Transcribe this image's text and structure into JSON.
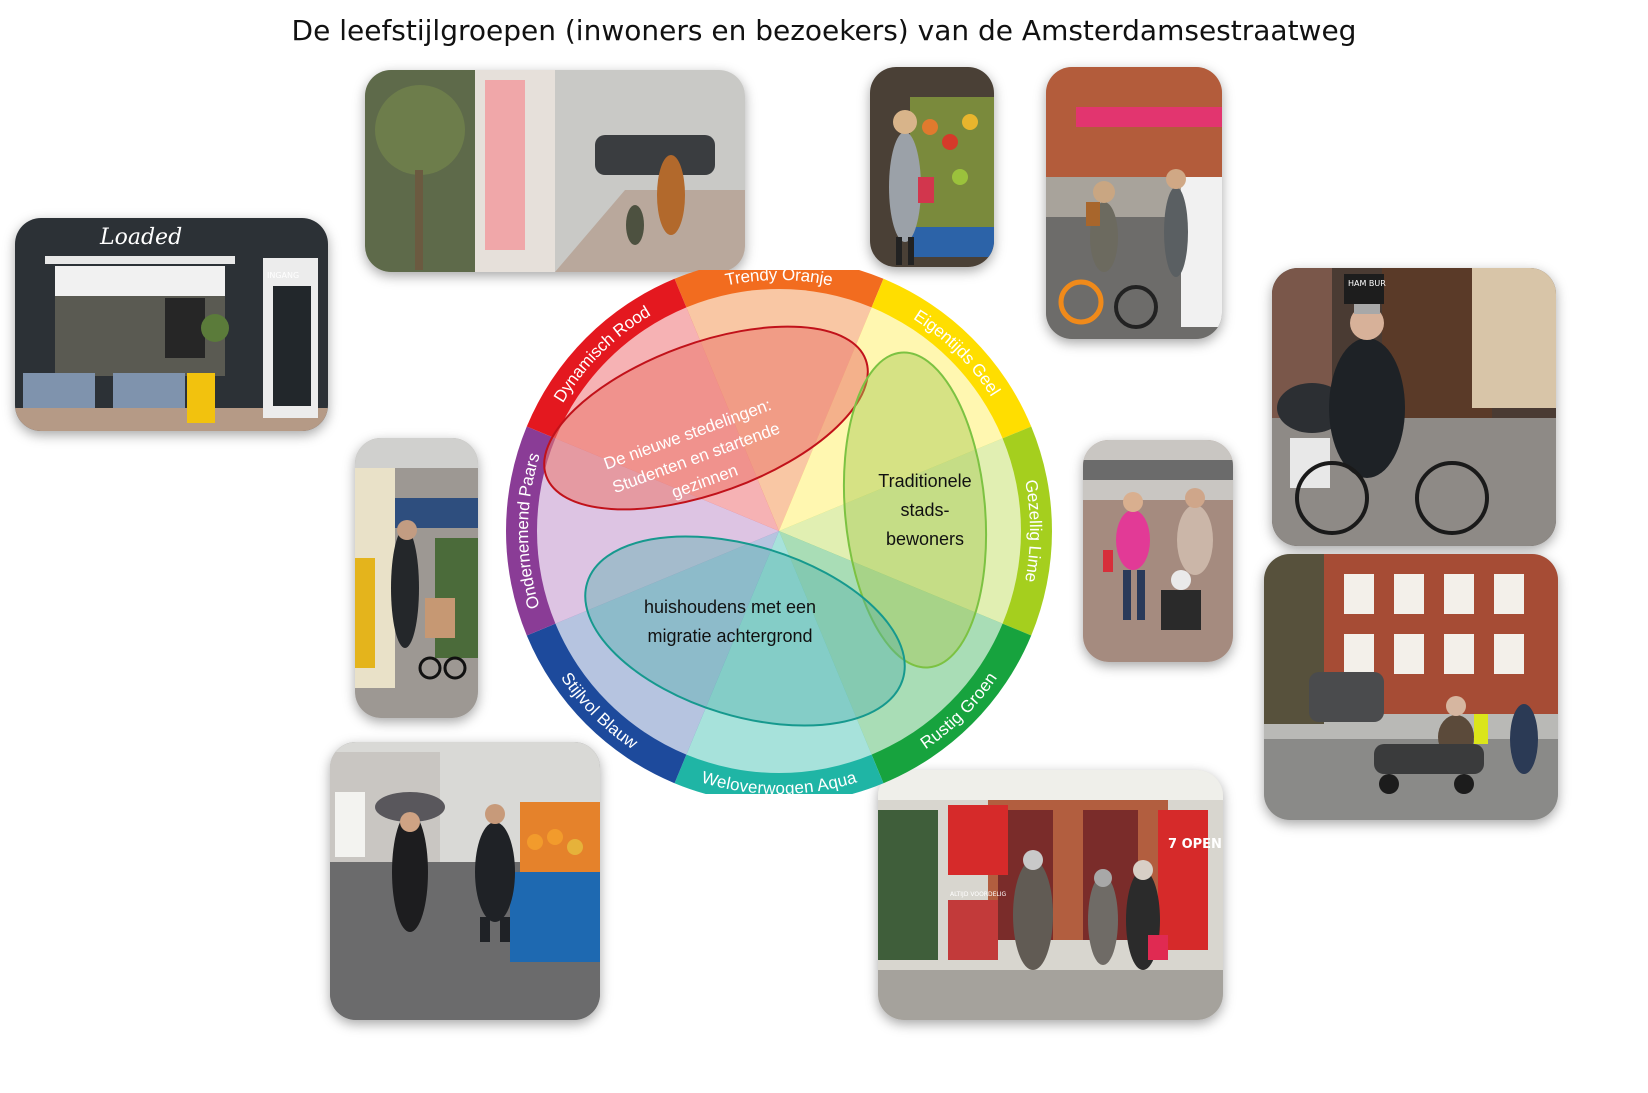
{
  "title": "De leefstijlgroepen (inwoners en bezoekers) van de Amsterdamsestraatweg",
  "wheel": {
    "segments": [
      {
        "label": "Trendy Oranje",
        "color": "#F26C1F",
        "inner": "#F9C7A4"
      },
      {
        "label": "Eigentijds Geel",
        "color": "#FFDE00",
        "inner": "#FFF7B0"
      },
      {
        "label": "Gezellig Lime",
        "color": "#A5CF1E",
        "inner": "#E1EFB2"
      },
      {
        "label": "Rustig Groen",
        "color": "#17A33E",
        "inner": "#A9DDB6"
      },
      {
        "label": "Weloverwogen Aqua",
        "color": "#1FB5A5",
        "inner": "#A7E2DB"
      },
      {
        "label": "Stijlvol Blauw",
        "color": "#1D4A9C",
        "inner": "#B6C4E0"
      },
      {
        "label": "Ondernemend Paars",
        "color": "#8A3C96",
        "inner": "#DDC4E3"
      },
      {
        "label": "Dynamisch Rood",
        "color": "#E4181F",
        "inner": "#F6B2B4"
      }
    ],
    "groups": [
      {
        "lines": [
          "De nieuwe stedelingen:",
          "Studenten en startende",
          "gezinnen"
        ],
        "stroke": "#C1121A"
      },
      {
        "lines": [
          "Traditionele",
          "stads-",
          "bewoners"
        ],
        "stroke": "#7CC242"
      },
      {
        "lines": [
          "huishoudens met een",
          "migratie achtergrond"
        ],
        "stroke": "#16998E"
      }
    ]
  },
  "photos": [
    {
      "subject": "cafe-storefront",
      "sign": "Loaded",
      "doorSign": "INGANG"
    },
    {
      "subject": "sidewalk-mother-child"
    },
    {
      "subject": "fruit-stall-shopper"
    },
    {
      "subject": "street-cyclist"
    },
    {
      "subject": "man-on-bicycle",
      "sign": "HAM BUR"
    },
    {
      "subject": "mother-with-stroller"
    },
    {
      "subject": "women-with-dog-stroller"
    },
    {
      "subject": "mobility-scooter-street"
    },
    {
      "subject": "market-stall-umbrella"
    },
    {
      "subject": "shop-front-women",
      "sign": "7 OPEN",
      "banner": "ALTIJD VOORDELIG"
    }
  ]
}
